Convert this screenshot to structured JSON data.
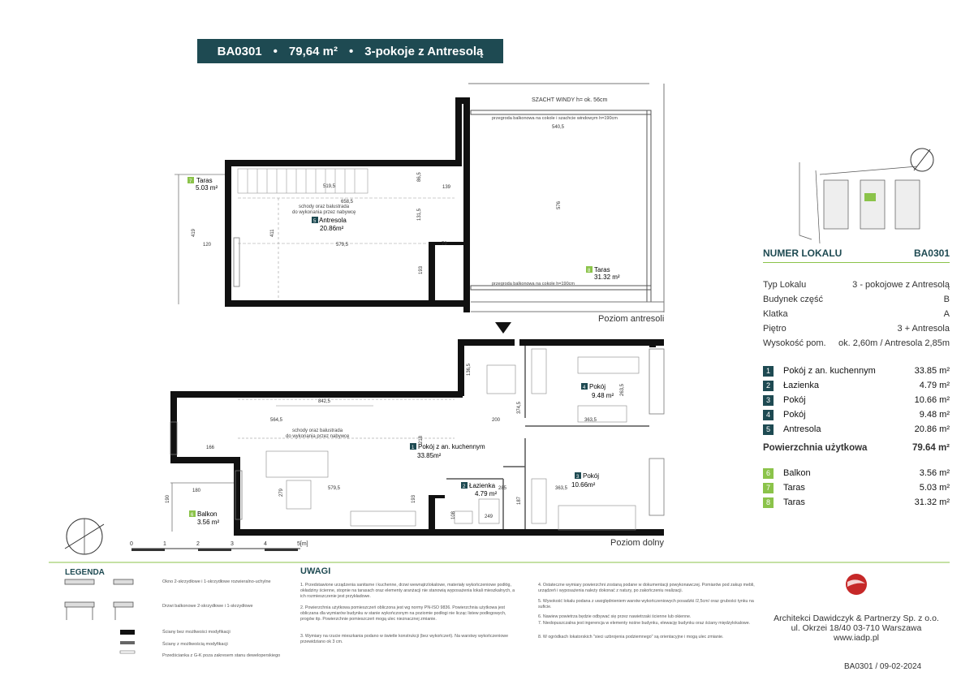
{
  "header": {
    "unit_code": "BA0301",
    "separator": "•",
    "area": "79,64 m²",
    "type": "3-pokoje z Antresolą"
  },
  "plan_top": {
    "level_label": "Poziom antresoli",
    "shaft_label": "SZACHT WINDY h= ok. 56cm",
    "partition_top": "przegroda balkonowa na cokole i szachcie windowym h=190cm",
    "partition_bottom": "przegroda balkonowa na cokole h=190cm",
    "stairs_note_1": "schody oraz balustrada",
    "stairs_note_2": "do wykonania przez nabywcę",
    "dims": [
      "540,5",
      "519,5",
      "658,5",
      "579,5",
      "86,5",
      "139",
      "576",
      "131,5",
      "419",
      "411",
      "120",
      "79",
      "193"
    ],
    "rooms": [
      {
        "num": "7",
        "name": "Taras",
        "area": "5.03 m²"
      },
      {
        "num": "5",
        "name": "Antresola",
        "area": "20.86m²"
      },
      {
        "num": "8",
        "name": "Taras",
        "area": "31.32 m²"
      }
    ]
  },
  "plan_bottom": {
    "level_label": "Poziom dolny",
    "stairs_note_1": "schody oraz balustrada",
    "stairs_note_2": "do wykonania przez nabywcę",
    "dims": [
      "842,5",
      "564,5",
      "166",
      "579,5",
      "180",
      "218",
      "200",
      "374,5",
      "363,5",
      "363,5",
      "136,5",
      "263,5",
      "285",
      "187",
      "249",
      "193",
      "279",
      "190",
      "108"
    ],
    "rooms": [
      {
        "num": "4",
        "name": "Pokój",
        "area": "9.48 m²"
      },
      {
        "num": "1",
        "name": "Pokój z an. kuchennym",
        "area": "33.85m²"
      },
      {
        "num": "2",
        "name": "Łazienka",
        "area": "4.79 m²"
      },
      {
        "num": "3",
        "name": "Pokój",
        "area": "10.66m²"
      },
      {
        "num": "6",
        "name": "Balkon",
        "area": "3.56 m²"
      }
    ],
    "scale": [
      "0",
      "1",
      "2",
      "3",
      "4",
      "5[m]"
    ]
  },
  "info": {
    "title": "NUMER LOKALU",
    "code": "BA0301",
    "rows": [
      {
        "label": "Typ Lokalu",
        "value": "3 - pokojowe z Antresolą"
      },
      {
        "label": "Budynek część",
        "value": "B"
      },
      {
        "label": "Klatka",
        "value": "A"
      },
      {
        "label": "Piętro",
        "value": "3 + Antresola"
      }
    ],
    "height_label": "Wysokość pom.",
    "height_value": "ok. 2,60m / Antresola 2,85m",
    "rooms": [
      {
        "num": "1",
        "name": "Pokój z an. kuchennym",
        "area": "33.85 m²"
      },
      {
        "num": "2",
        "name": "Łazienka",
        "area": "4.79 m²"
      },
      {
        "num": "3",
        "name": "Pokój",
        "area": "10.66 m²"
      },
      {
        "num": "4",
        "name": "Pokój",
        "area": "9.48 m²"
      },
      {
        "num": "5",
        "name": "Antresola",
        "area": "20.86 m²"
      }
    ],
    "usable_label": "Powierzchnia użytkowa",
    "usable_value": "79.64 m²",
    "outdoor": [
      {
        "num": "6",
        "name": "Balkon",
        "area": "3.56 m²"
      },
      {
        "num": "7",
        "name": "Taras",
        "area": "5.03 m²"
      },
      {
        "num": "8",
        "name": "Taras",
        "area": "31.32 m²"
      }
    ]
  },
  "legend": {
    "title": "LEGENDA",
    "items": [
      "Okno 2-skrzydłowe i 1-skrzydłowe rozwieralno-uchylne",
      "Drzwi balkonowe 2-skrzydłowe i 1-skrzydłowe",
      "Ściany bez możliwości modyfikacji",
      "Ściany z możliwością modyfikacji",
      "Przedścianka z G-K poza zakresem stanu deweloperskiego"
    ]
  },
  "notes": {
    "title": "UWAGI",
    "col1": [
      "1. Przedstawione urządzenia sanitarne i kuchenne, drzwi wewnątrzlokalowe, materiały wykończeniowe podłóg, okładziny ścienne, stopnie na tarasach oraz elementy aranżacji nie stanowią wyposażenia lokali mieszkalnych, a ich rozmieszczenie jest przykładowe.",
      "2. Powierzchnia użytkowa pomieszczeń obliczona jest wg normy PN-ISO 9836. Powierzchnia użytkowa jest obliczana dla wymiarów budynku w stanie wykończonym na poziomie podłogi nie licząc listew podłogowych, progów itp. Powierzchnie pomieszczeń mogą ulec nieznacznej zmianie.",
      "3. Wymiary na rzucie mieszkania podano w świetle konstrukcji (bez wykończeń). Na warstwy wykończeniowe przewidziano ok 3 cm."
    ],
    "col2": [
      "4. Ostateczne wymiary powierzchni zostaną podane w dokumentacji powykonawczej. Pomiarów pod zakup mebli, urządzeń i wyposażenia należy dokonać z natury, po zakończeniu realizacji.",
      "5. Wysokość lokalu podana z uwzględnieniem warstw wykończeniowych posadzki /2,5cm/ oraz grubości tynku na suficie.",
      "6. Nawiew powietrza będzie odbywać się przez nawietrzaki ścienne lub okienne.",
      "7. Niedopuszczalna jest ingerencja w elementy nośne budynku, elewację budynku oraz ściany międzylokalowe.",
      "8. W ogródkach lokatorskich \"sieci uzbrojenia podziemnego\" są orientacyjne i mogą ulec zmianie."
    ]
  },
  "company": {
    "name": "Architekci Dawidczyk & Partnerzy Sp. z o.o.",
    "address": "ul. Okrzei 18/40 03-710 Warszawa",
    "web": "www.iadp.pl"
  },
  "footer": {
    "ref": "BA0301   / 09-02-2024"
  },
  "colors": {
    "teal": "#1e4a52",
    "green": "#8bc34a",
    "logo_red": "#c62828"
  }
}
